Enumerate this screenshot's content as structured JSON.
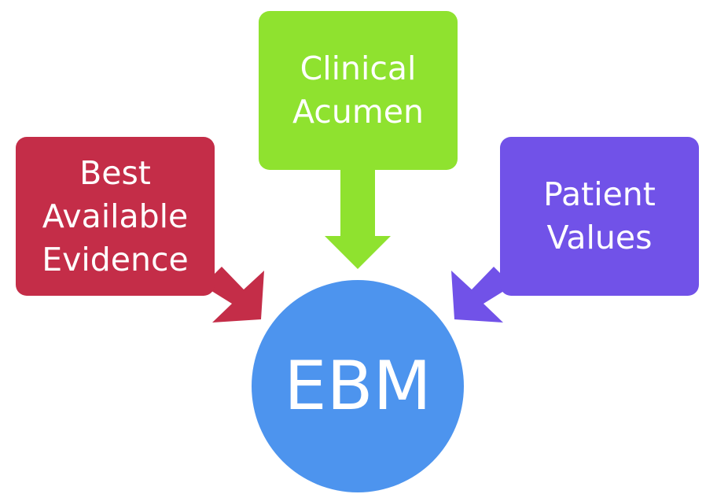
{
  "diagram": {
    "nodes": {
      "evidence": {
        "lines": [
          "Best",
          "Available",
          "Evidence"
        ],
        "color": "#c42d48"
      },
      "clinical": {
        "lines": [
          "Clinical",
          "Acumen"
        ],
        "color": "#8fe22f"
      },
      "values": {
        "lines": [
          "Patient",
          "Values"
        ],
        "color": "#7152e8"
      },
      "center": {
        "label": "EBM",
        "color": "#4d94ee"
      }
    },
    "edges": [
      {
        "from": "evidence",
        "to": "center"
      },
      {
        "from": "clinical",
        "to": "center"
      },
      {
        "from": "values",
        "to": "center"
      }
    ]
  }
}
